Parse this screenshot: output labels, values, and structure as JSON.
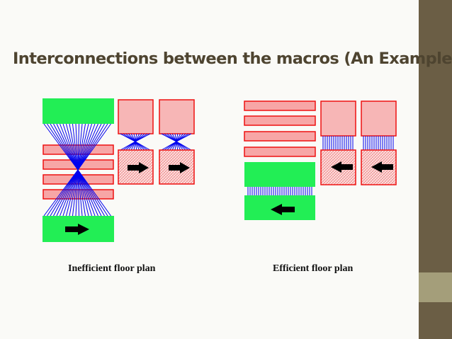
{
  "slide": {
    "title": "Interconnections between the macros (An Example)",
    "left_caption": "Inefficient floor plan",
    "right_caption": "Efficient floor plan"
  },
  "colors": {
    "sidebar": "#6b5e45",
    "sidebar_accent": "#a49e7a",
    "title_text": "#4e4430",
    "green_macro": "#22ee55",
    "pink_macro": "#f7b6b6",
    "macro_border": "#ee1111",
    "wire": "#0000ee",
    "arrow": "#000000"
  },
  "icons": [
    "arrow-right-icon",
    "arrow-left-icon"
  ]
}
